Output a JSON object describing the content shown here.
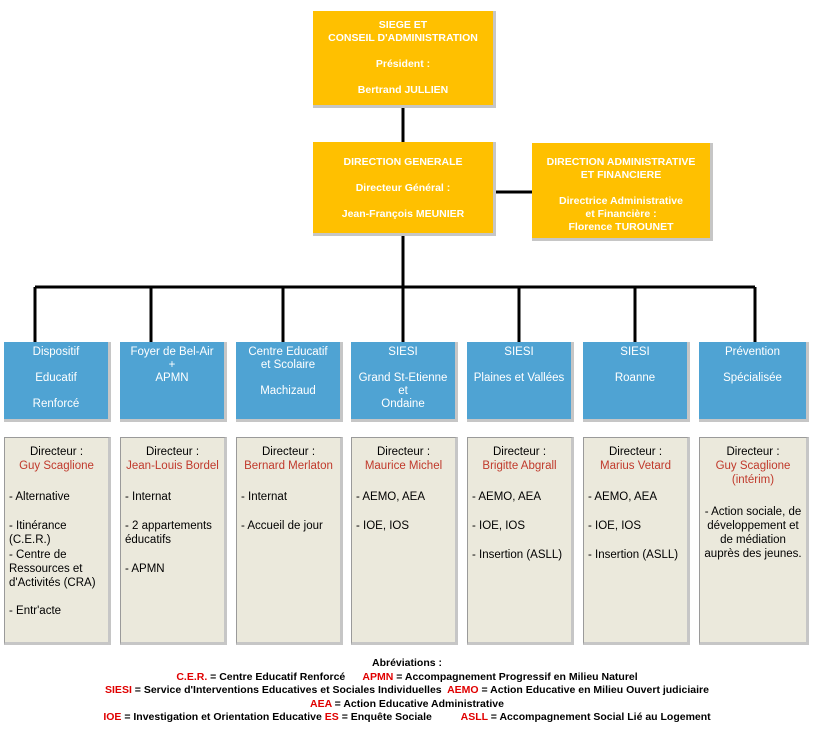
{
  "top": {
    "line1": "SIEGE  ET",
    "line2": "CONSEIL D'ADMINISTRATION",
    "president_label": "Président :",
    "president_name": "Bertrand JULLIEN"
  },
  "dg": {
    "title": "DIRECTION  GENERALE",
    "label": "Directeur Général :",
    "name": "Jean-François MEUNIER"
  },
  "daf": {
    "title1": "DIRECTION ADMINISTRATIVE",
    "title2": "ET FINANCIERE",
    "label1": "Directrice Administrative",
    "label2": "et Financière :",
    "name": "Florence TUROUNET"
  },
  "units": [
    {
      "title": [
        "Dispositif",
        "",
        "Educatif",
        "",
        "Renforcé"
      ],
      "director_label": "Directeur :",
      "director_name": [
        "Guy Scaglione"
      ],
      "items": [
        "- Alternative",
        "- Itinérance (C.E.R.)",
        "- Centre de\nRessources et\nd'Activités (CRA)",
        "- Entr'acte"
      ]
    },
    {
      "title": [
        "Foyer de Bel-Air",
        "+",
        "APMN"
      ],
      "director_label": "Directeur :",
      "director_name": [
        "Jean-Louis Bordel"
      ],
      "items": [
        "- Internat",
        "- 2 appartements\néducatifs",
        "- APMN"
      ]
    },
    {
      "title": [
        "Centre Educatif",
        "et Scolaire",
        "",
        "Machizaud"
      ],
      "director_label": "Directeur :",
      "director_name": [
        "Bernard Merlaton"
      ],
      "items": [
        "- Internat",
        "- Accueil de jour"
      ]
    },
    {
      "title": [
        "SIESI",
        "",
        "Grand St-Etienne",
        "et",
        "Ondaine"
      ],
      "director_label": "Directeur :",
      "director_name": [
        "Maurice Michel"
      ],
      "items": [
        "- AEMO, AEA",
        "- IOE, IOS"
      ]
    },
    {
      "title": [
        "SIESI",
        "",
        "Plaines et Vallées"
      ],
      "director_label": "Directeur :",
      "director_name": [
        "Brigitte Abgrall"
      ],
      "items": [
        "- AEMO, AEA",
        "- IOE, IOS",
        "- Insertion (ASLL)"
      ]
    },
    {
      "title": [
        "SIESI",
        "",
        "Roanne"
      ],
      "director_label": "Directeur :",
      "director_name": [
        "Marius Vetard"
      ],
      "items": [
        "- AEMO, AEA",
        "- IOE, IOS",
        "- Insertion (ASLL)"
      ]
    },
    {
      "title": [
        "Prévention",
        "",
        "Spécialisée"
      ],
      "director_label": "Directeur :",
      "director_name": [
        "Guy Scaglione",
        "(intérim)"
      ],
      "items": [
        "- Action sociale, de\ndéveloppement et\nde médiation\nauprès des jeunes."
      ]
    }
  ],
  "legend": {
    "title": "Abréviations :",
    "rows": [
      [
        {
          "a": "C.E.R.",
          "d": " = Centre Educatif Renforcé      "
        },
        {
          "a": "APMN",
          "d": " = Accompagnement Progressif en Milieu Naturel"
        }
      ],
      [
        {
          "a": "SIESI",
          "d": " = Service d'Interventions Educatives et Sociales Individuelles  "
        },
        {
          "a": "AEMO",
          "d": " = Action Educative en Milieu Ouvert judiciaire"
        }
      ],
      [
        {
          "a": "AEA",
          "d": " = Action Educative Administrative"
        }
      ],
      [
        {
          "a": "IOE",
          "d": " = Investigation et Orientation Educative "
        },
        {
          "a": "ES",
          "d": " = Enquête Sociale          "
        },
        {
          "a": "ASLL",
          "d": " = Accompagnement Social Lié au Logement"
        }
      ]
    ]
  },
  "colors": {
    "top_box": "#ffc000",
    "unit_box": "#4fa3d3",
    "detail_box": "#ebe9dc",
    "director_name": "#c0392b",
    "abbr": "#e00000"
  }
}
